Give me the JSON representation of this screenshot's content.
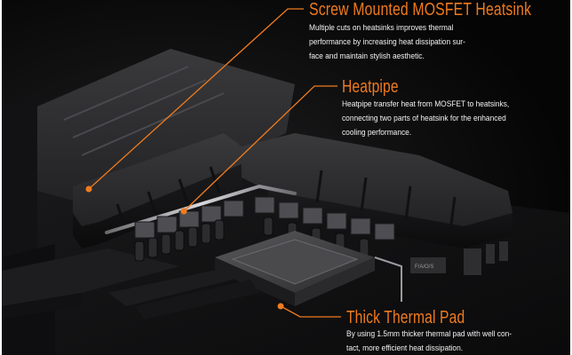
{
  "colors": {
    "accent": "#f07b1e",
    "background": "#050505",
    "text": "#f2f2f2"
  },
  "callouts": [
    {
      "title": "Screw Mounted MOSFET Heatsink",
      "lines": [
        "Multiple cuts on heatsinks improves thermal",
        "performance by increasing heat dissipation sur-",
        "face and maintain stylish aesthetic."
      ]
    },
    {
      "title": "Heatpipe",
      "lines": [
        "Heatpipe transfer heat from MOSFET to heatsinks,",
        "connecting two parts of heatsink for the enhanced",
        "cooling performance."
      ]
    },
    {
      "title": "Thick Thermal Pad",
      "lines": [
        "By using 1.5mm thicker thermal pad with well con-",
        "tact, more efficient heat dissipation."
      ]
    }
  ]
}
